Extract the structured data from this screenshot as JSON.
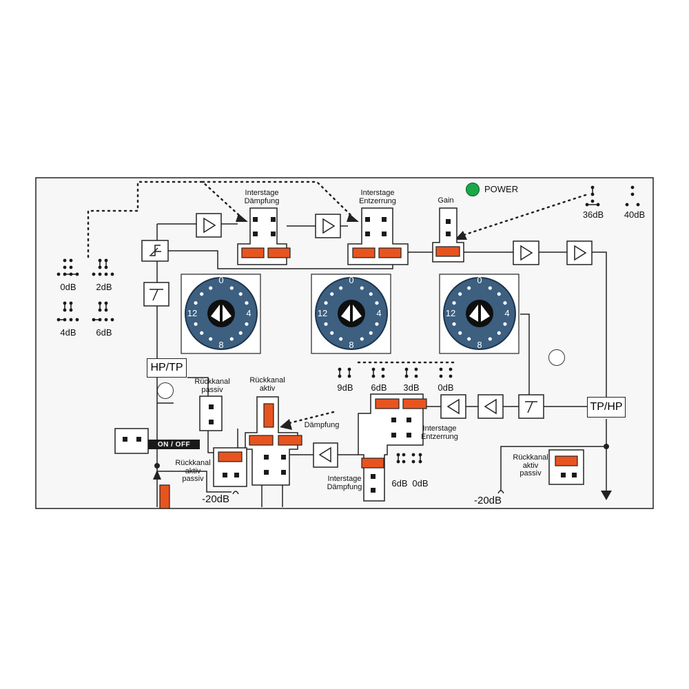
{
  "colors": {
    "panel_bg": "#f7f7f7",
    "line": "#222222",
    "jumper_orange": "#e8541f",
    "power_led": "#1aa84a",
    "knob_blue": "#3d5f80"
  },
  "power": {
    "label": "POWER",
    "indicator": "on"
  },
  "forward_path": {
    "interstage_damping_label": "Interstage\nDämpfung",
    "interstage_eq_label": "Interstage\nEntzerrung",
    "gain_label": "Gain",
    "gain_options": [
      "36dB",
      "40dB"
    ]
  },
  "left_jumper_legend": [
    "0dB",
    "2dB",
    "4dB",
    "6dB"
  ],
  "knobs": [
    {
      "name": "knob-1",
      "scale": [
        "0",
        "4",
        "8",
        "12"
      ]
    },
    {
      "name": "knob-2",
      "scale": [
        "0",
        "4",
        "8",
        "12"
      ]
    },
    {
      "name": "knob-3",
      "scale": [
        "0",
        "4",
        "8",
        "12"
      ]
    }
  ],
  "filters": {
    "hp_tp": "HP/TP",
    "tp_hp": "TP/HP"
  },
  "return_path": {
    "rueckkanal_passiv": "Rückkanal\npassiv",
    "rueckkanal_aktiv": "Rückkanal\naktiv",
    "daempfung": "Dämpfung",
    "interstage_damping_label": "Interstage\nDämpfung",
    "interstage_eq_label": "Interstage\nEntzerrung",
    "attenuation_legend": [
      "9dB",
      "6dB",
      "3dB",
      "0dB"
    ],
    "eq_legend": [
      "6dB",
      "0dB"
    ],
    "on_off": "ON / OFF",
    "rk_aktiv_passiv_left": "Rückkanal\naktiv\npassiv",
    "rk_aktiv_passiv_right": "Rückkanal\naktiv\npassiv",
    "test_point_left": "-20dB",
    "test_point_right": "-20dB"
  }
}
